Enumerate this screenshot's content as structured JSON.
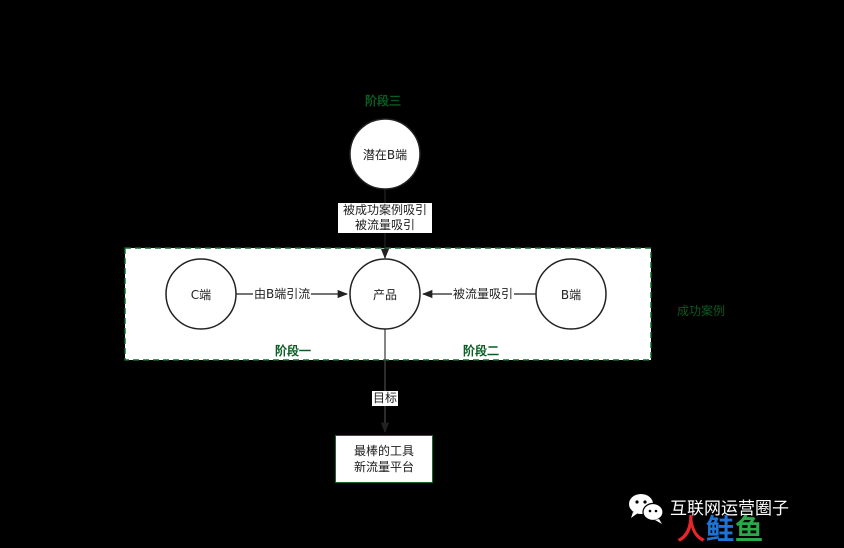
{
  "stages": {
    "stage3": "阶段三",
    "stage1": "阶段一",
    "stage2": "阶段二"
  },
  "side_note": "成功案例",
  "nodes": {
    "potential_b": "潜在B端",
    "c_end": "C端",
    "product": "产品",
    "b_end": "B端"
  },
  "edges": {
    "top_line1": "被成功案例吸引",
    "top_line2": "被流量吸引",
    "c_to_product": "由B端引流",
    "b_to_product": "被流量吸引",
    "product_to_goal": "目标"
  },
  "goal": {
    "line1": "最棒的工具",
    "line2": "新流量平台"
  },
  "watermark": {
    "text": "互联网运营圈子",
    "logo_part1": "人",
    "logo_part2": "鲑",
    "logo_part3": "鱼",
    "wechat_icon": "wechat-icon"
  },
  "colors": {
    "background": "#000000",
    "stage_text": "#0a5c20",
    "dashed_border": "#0a6b2b",
    "goal_border": "#0a6b2b"
  }
}
